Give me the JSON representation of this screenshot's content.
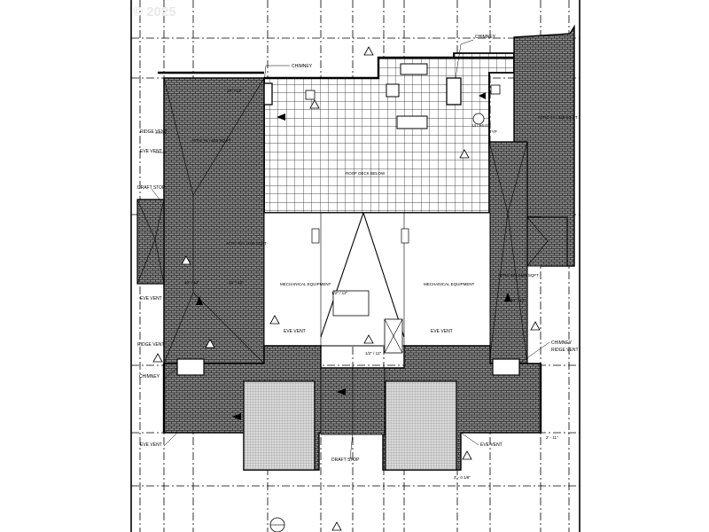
{
  "copyright": "© 2025",
  "labels": {
    "chimney_top": "CHIMNEY",
    "chimney_right_top": "CHIMNEY",
    "chimney_left_bottom": "CHIMNEY",
    "chimney_right_bottom": "CHIMNEY",
    "ridge_vent_left": "RIDGE VENT",
    "ridge_vent_left_lower": "RIDGE VENT",
    "ridge_vent_right": "RIDGE VENT",
    "eve_vent_left": "EVE VENT",
    "eve_vent_left_mid": "EVE VENT",
    "eve_vent_center_left": "EVE VENT",
    "eve_vent_center_right": "EVE VENT",
    "eve_vent_bottom_left": "EVE VENT",
    "eve_vent_bottom_right": "EVE VENT",
    "draft_stop_left": "DRAFT STOP",
    "draft_stop_bottom": "DRAFT STOP",
    "attic1": "ATTIC #1 / 523 SQ FT",
    "attic2": "ATTIC #2 / 1036 SQFT",
    "attic3": "ATTIC #3 / 1404 SQFT",
    "attic4": "ATTIC #4 / 325 SQ FT",
    "roof_deck": "ROOF DECK BELOW",
    "mech_left": "MECHANICAL EQUIPMENT",
    "mech_right": "MECHANICAL EQUIPMENT",
    "slope_10_12_a": "10\" / 12\"",
    "slope_10_12_b": "10\" / 12\"",
    "slope_10_12_c": "10\" / 12\"",
    "slope_1_2_12": "1/2\" / 12\"",
    "slope_1_2_12_b": "1/2\" / 12\"",
    "slope_12_12": "12\" / 12\"",
    "dim_2_11": "2' - 11\"",
    "dim_3": "3' - 0 1/8\"",
    "typ": "TYP",
    "detail_ref": "14 / A6.07"
  }
}
